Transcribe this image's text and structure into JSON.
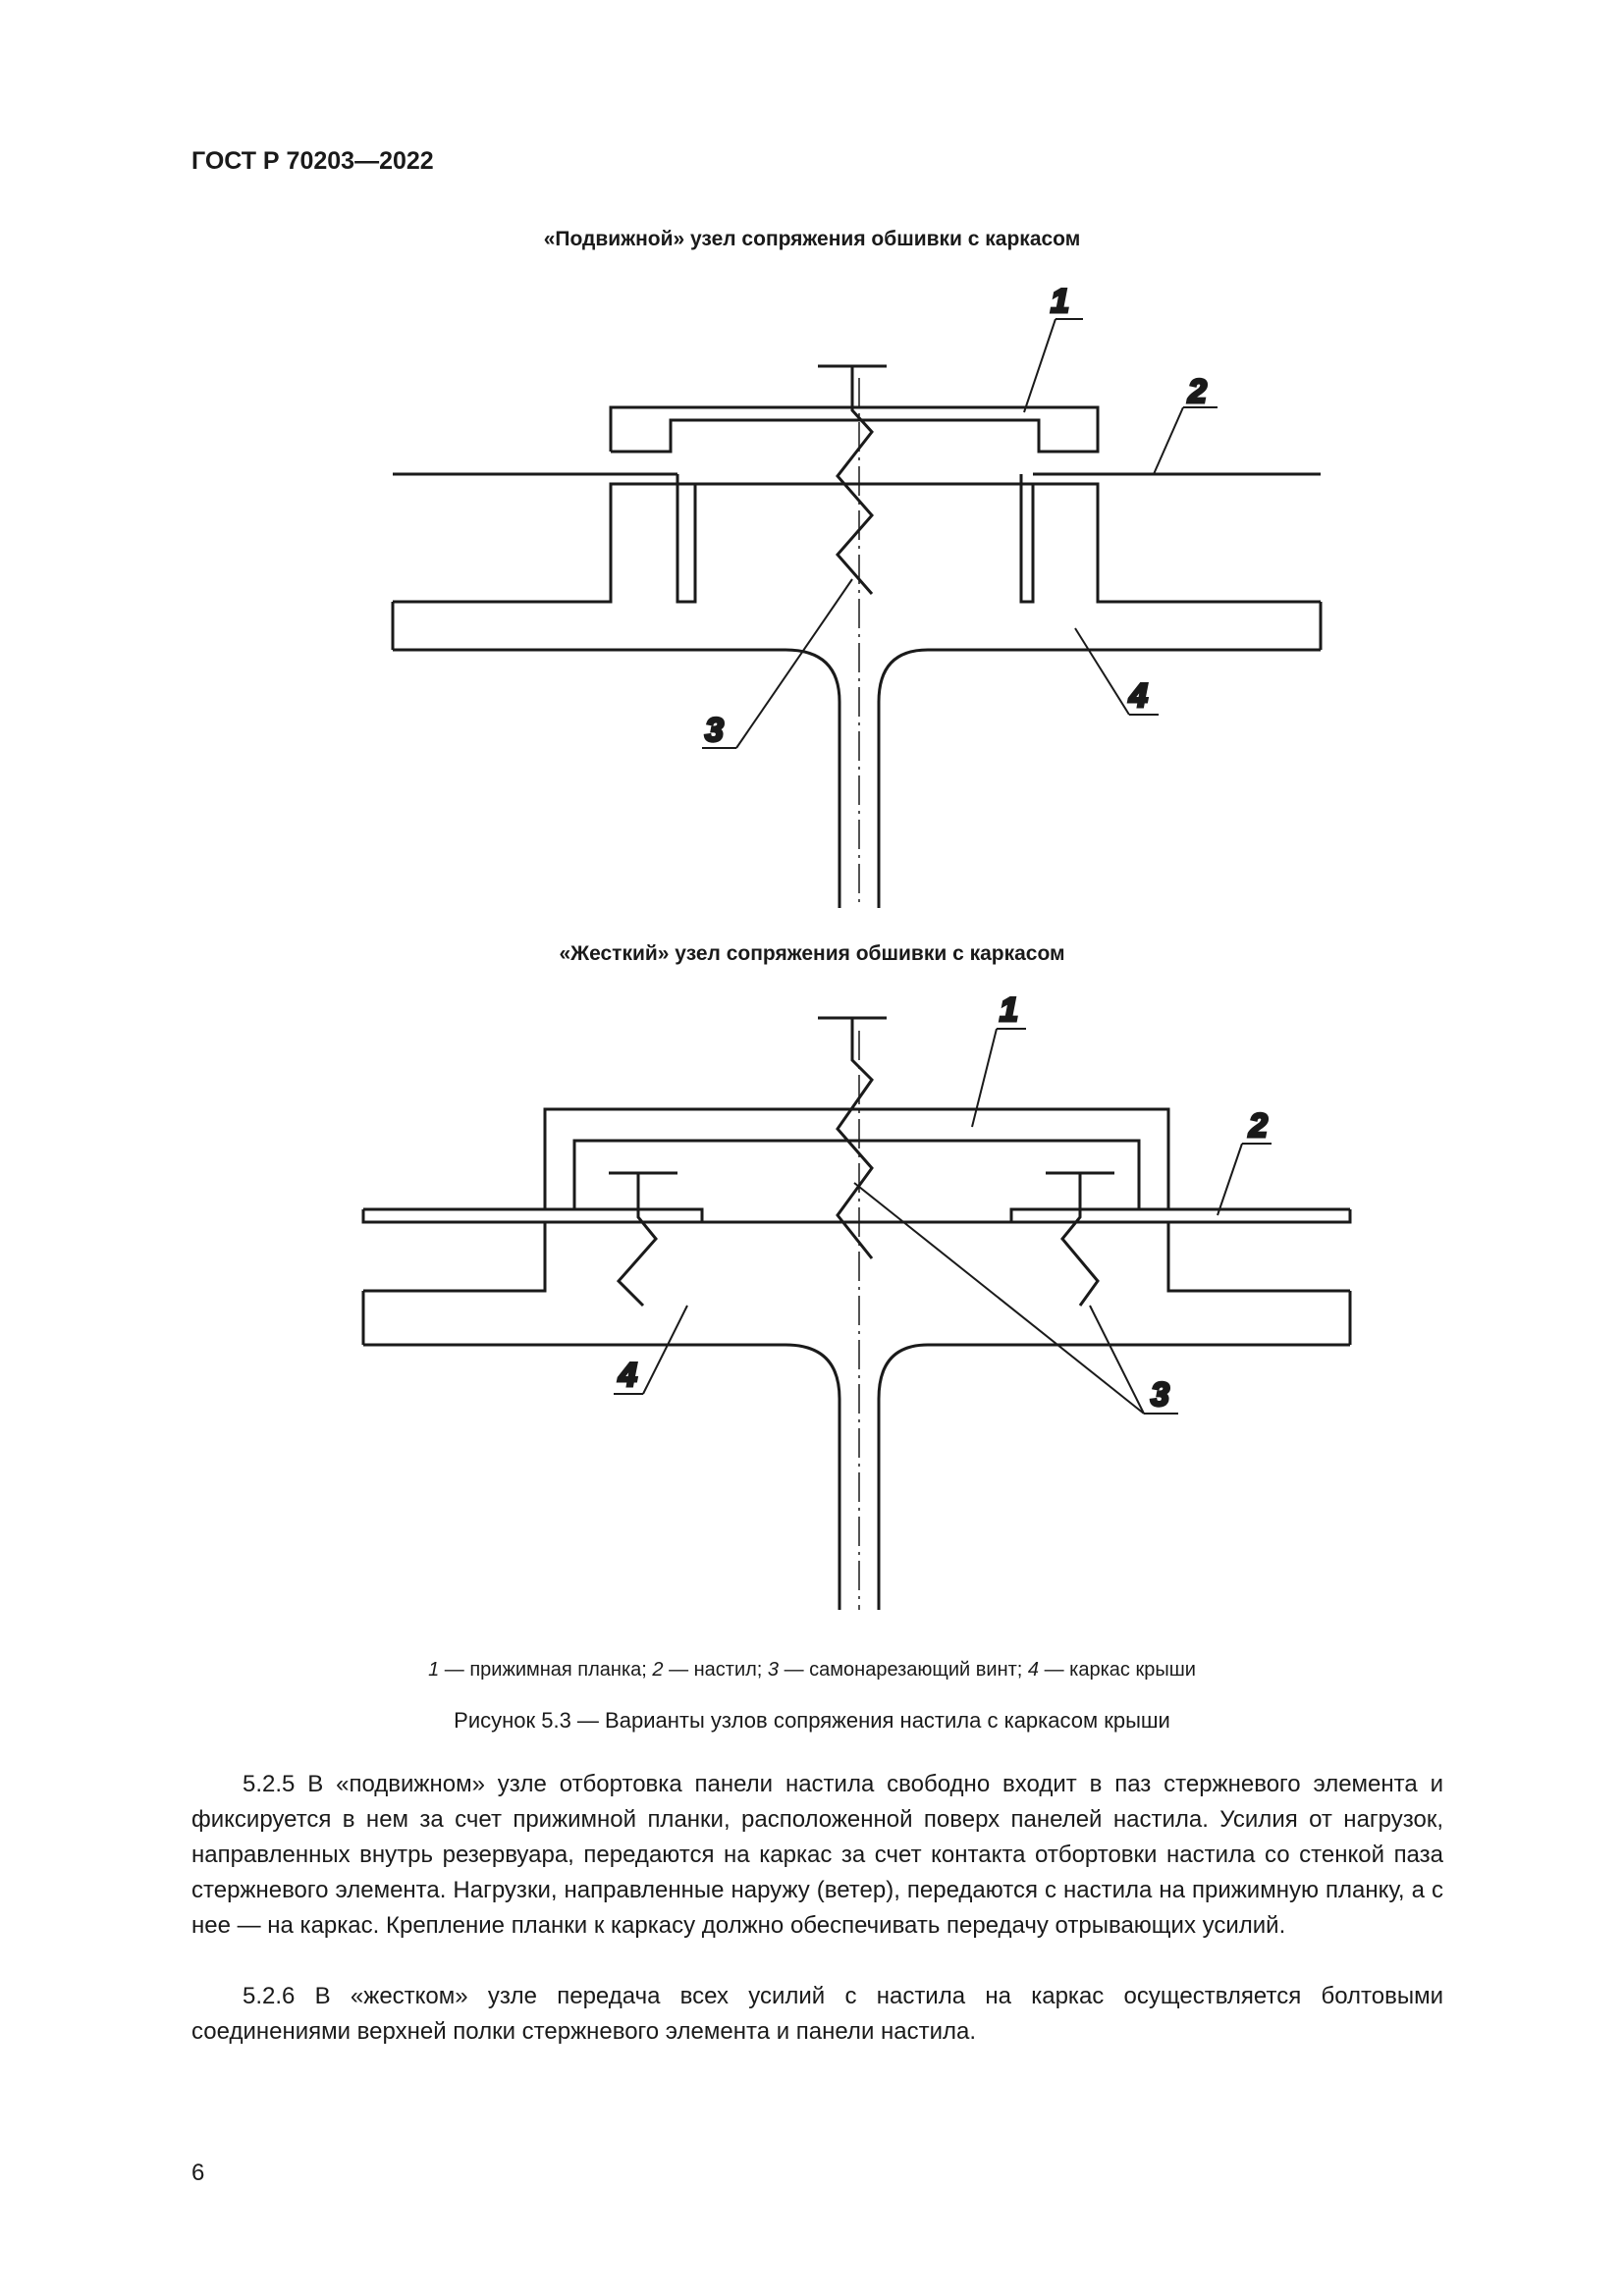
{
  "header": {
    "standard": "ГОСТ Р 70203—2022"
  },
  "figure1": {
    "title": "«Подвижной» узел сопряжения обшивки с каркасом",
    "labels": {
      "l1": "1",
      "l2": "2",
      "l3": "3",
      "l4": "4"
    }
  },
  "figure2": {
    "title": "«Жесткий» узел сопряжения обшивки с каркасом",
    "labels": {
      "l1": "1",
      "l2": "2",
      "l3": "3",
      "l4": "4"
    }
  },
  "legend": {
    "n1": "1",
    "t1": " — прижимная планка; ",
    "n2": "2",
    "t2": " — настил; ",
    "n3": "3",
    "t3": " — самонарезающий винт; ",
    "n4": "4",
    "t4": " — каркас крыши"
  },
  "caption": "Рисунок 5.3 — Варианты узлов сопряжения настила с каркасом крыши",
  "paragraphs": {
    "p1": "5.2.5 В «подвижном» узле отбортовка панели настила свободно входит в паз стержневого элемента и фиксируется в нем за счет прижимной планки, расположенной поверх панелей настила. Усилия от нагрузок, направленных внутрь резервуара, передаются на каркас за счет контакта отбортовки настила со стенкой паза стержневого элемента. Нагрузки, направленные наружу (ветер), передаются с настила на прижимную планку, а с нее — на каркас. Крепление планки к каркасу должно обеспечивать передачу отрывающих усилий.",
    "p2": "5.2.6 В «жестком» узле передача всех усилий с настила на каркас осуществляется болтовыми соединениями верхней полки стержневого элемента и панели настила."
  },
  "page_number": "6"
}
